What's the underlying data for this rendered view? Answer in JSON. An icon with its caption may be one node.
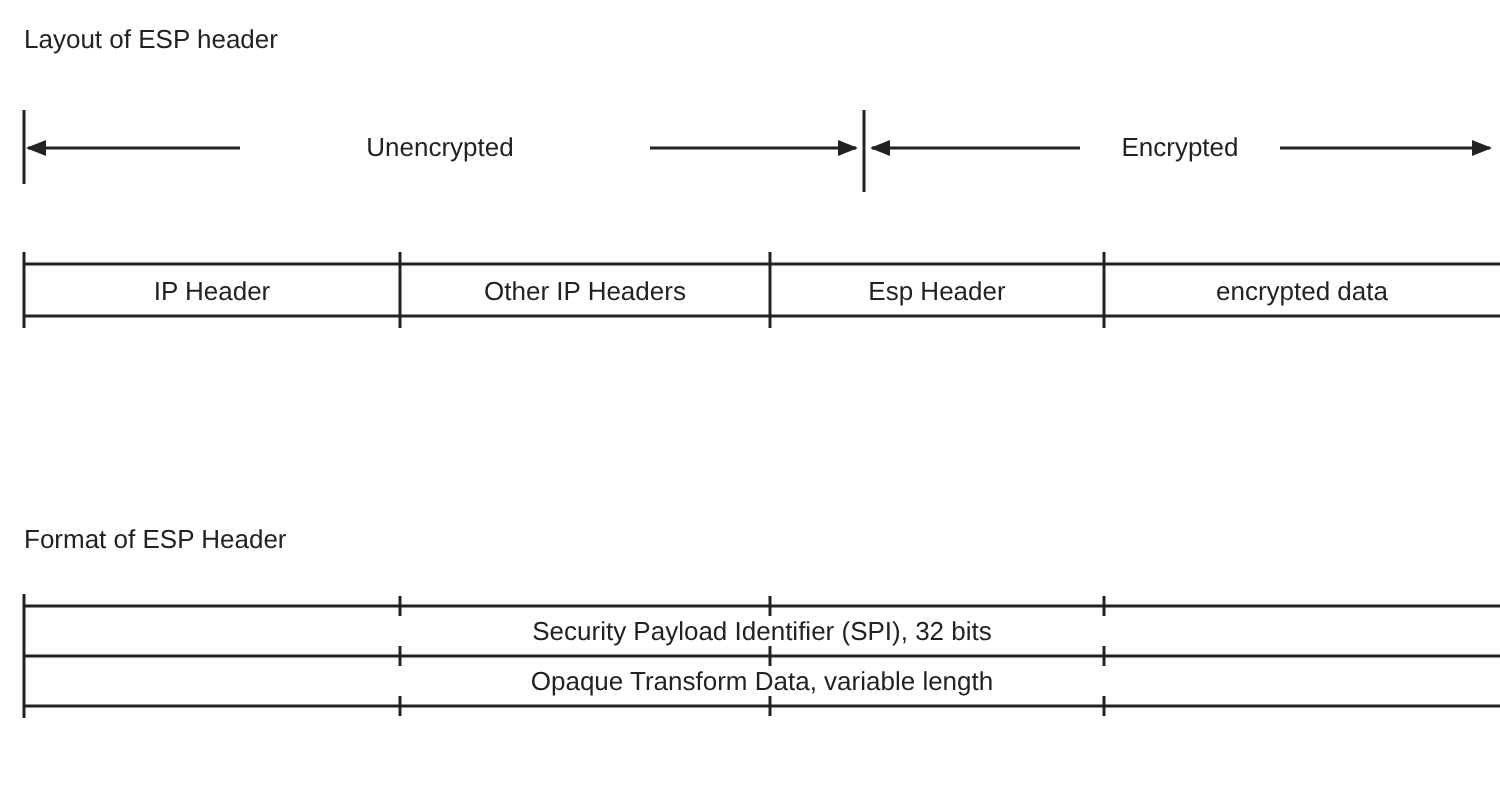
{
  "diagram": {
    "nodes": [
      {
        "text": [
          "IP Header"
        ]
      },
      {
        "text": [
          "Other IP Headers"
        ]
      },
      {
        "text": [
          "Esp Header"
        ]
      },
      {
        "text": [
          "encrypted data"
        ]
      },
      {
        "text": [
          "Security Payload Identifier (SPI), 32 bits"
        ]
      },
      {
        "text": [
          "Opaque Transform Data, variable length"
        ]
      }
    ],
    "labels": [
      "Layout of ESP header",
      "Unencrypted",
      "Encrypted",
      "Format of ESP Header"
    ]
  }
}
